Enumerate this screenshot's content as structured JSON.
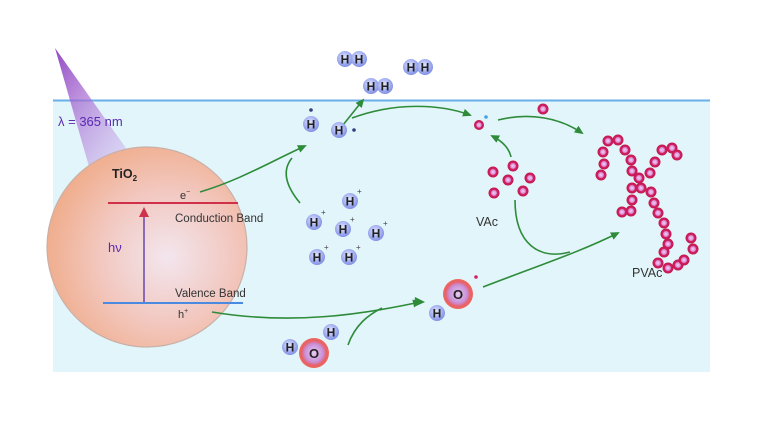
{
  "diagram": {
    "wavelength_label": "λ = 365 nm",
    "particle_label": "TiO",
    "particle_subscript": "2",
    "electron_label": "e",
    "electron_sup": "−",
    "conduction_band_label": "Conduction Band",
    "valence_band_label": "Valence Band",
    "hole_label": "h",
    "hole_sup": "+",
    "photon_label": "hν",
    "hydrogen_symbol": "H",
    "oxygen_symbol": "O",
    "proton_sup": "+",
    "monomer_label": "VAc",
    "polymer_label": "PVAc",
    "colors": {
      "water": "#e2f5fa",
      "surface_line": "#6aaeea",
      "light_cone": "#9a5cc8",
      "particle": "#f4b99e",
      "conduction_band": "#d0304a",
      "valence_band": "#4a8ae0",
      "arrow": "#2e8b3a",
      "hydrogen": "#8a9aee",
      "monomer": "#d42060",
      "oxygen": "#ee6a4a",
      "text": "#333333",
      "accent_text": "#5a2ab0"
    }
  }
}
